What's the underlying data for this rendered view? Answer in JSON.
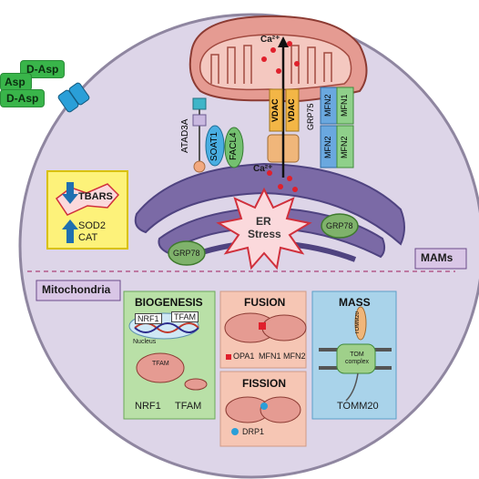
{
  "extracellular": {
    "d_asp": [
      "D-Asp",
      "Asp",
      "D-Asp"
    ]
  },
  "mito_top": {
    "ca_top": "Ca²⁺",
    "ca_bottom": "Ca²⁺"
  },
  "proteins": {
    "atad3a": "ATAD3A",
    "soat1": "SOAT1",
    "facl4": "FACL4",
    "vdac1": "VDAC",
    "vdac2": "VDAC",
    "grp75": "GRP75",
    "mfn2_a": "MFN2",
    "mfn2_b": "MFN2",
    "mfn2_c": "MFN2",
    "mfn1": "MFN1"
  },
  "er": {
    "grp78_left": "GRP78",
    "grp78_right": "GRP78",
    "stress_line1": "ER",
    "stress_line2": "Stress"
  },
  "oxidative": {
    "tbars": "TBARS",
    "sod2": "SOD2",
    "cat": "CAT"
  },
  "sections": {
    "mams": "MAMs",
    "mitochondria": "Mitochondria"
  },
  "biogenesis": {
    "title": "BIOGENESIS",
    "nrf1_box": "NRF1",
    "tfam_box": "TFAM",
    "nucleus": "Nucleus",
    "tfam_small": "TFAM",
    "nrf1": "NRF1",
    "tfam": "TFAM"
  },
  "fusion": {
    "title": "FUSION",
    "legend": [
      "OPA1",
      "MFN1",
      "MFN2"
    ]
  },
  "fission": {
    "title": "FISSION",
    "legend": "DRP1"
  },
  "mass": {
    "title": "MASS",
    "tom_complex": "TOM complex",
    "tomm20_small": "TOMM20",
    "tomm20": "TOMM20"
  },
  "colors": {
    "cell_fill": "#ddd5e8",
    "mito_fill": "#e59b92",
    "er_fill": "#7b6aa6",
    "green_panel": "#b9e0a7",
    "pink_panel": "#f6c6b4",
    "blue_panel": "#a9d3ea",
    "yellow_box": "#fdf27a"
  }
}
